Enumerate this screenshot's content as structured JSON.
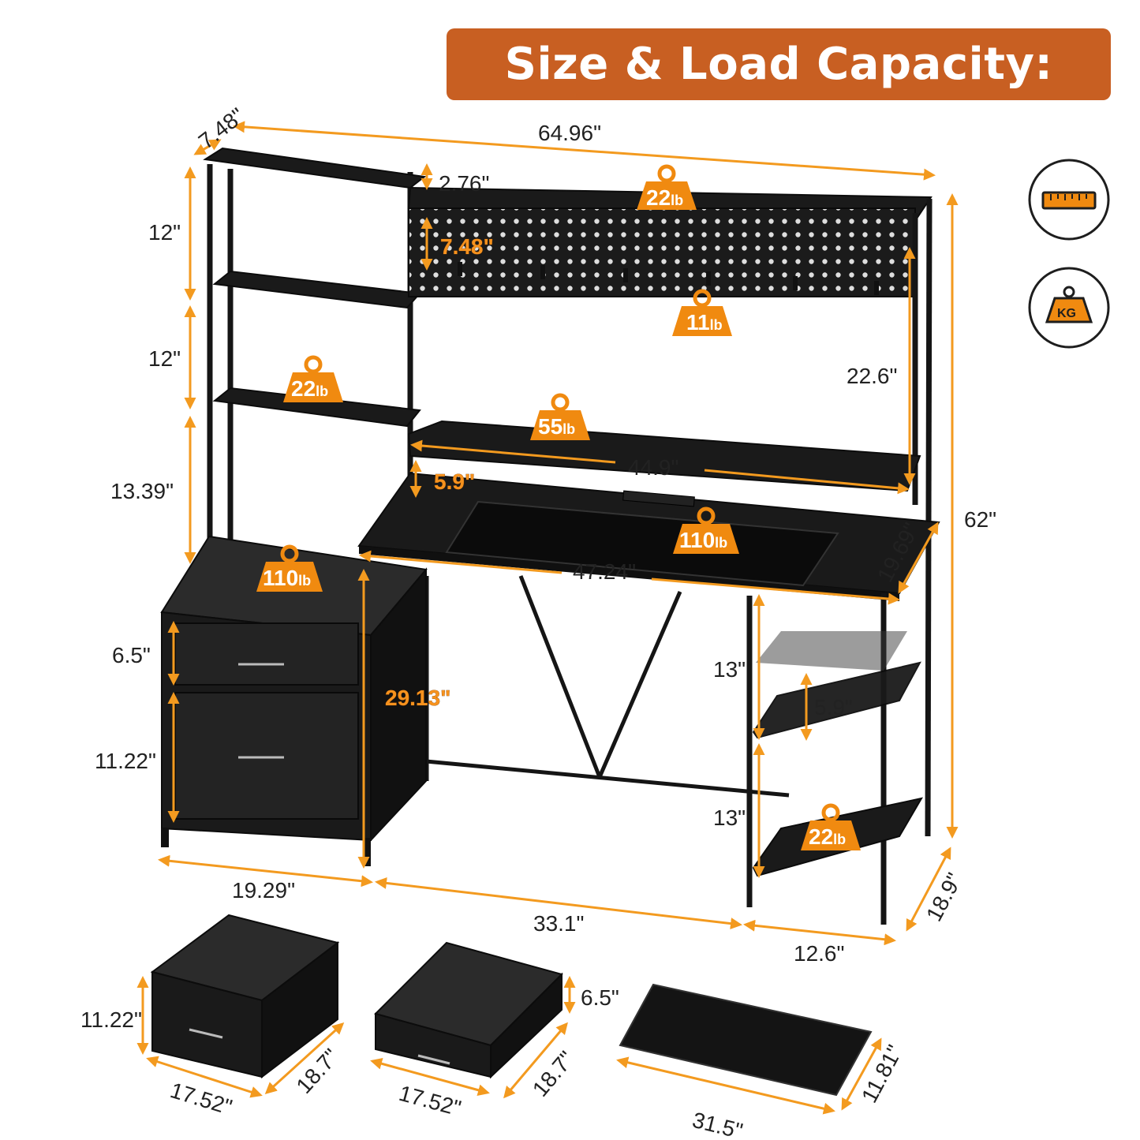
{
  "banner": {
    "title": "Size & Load Capacity:"
  },
  "icons": {
    "ruler": "ruler-icon",
    "weight": "kg-weight-icon",
    "weight_label": "KG"
  },
  "colors": {
    "banner": "#c85f22",
    "dimension_line": "#f39a1f",
    "weight_badge": "#f08a10",
    "frame": "#1a1a1a"
  },
  "dimensions": {
    "depth_top": "7.48\"",
    "total_width": "64.96\"",
    "shelf_h1": "12\"",
    "shelf_h2": "12\"",
    "shelf_h3": "13.39\"",
    "drawer_top_h": "6.5\"",
    "drawer_bottom_h": "11.22\"",
    "shelf_gap_top": "2.76\"",
    "pegboard_h": "7.48\"",
    "hutch_h": "22.6\"",
    "hutch_w": "44.9\"",
    "riser_gap": "5.9\"",
    "total_height": "62\"",
    "desk_depth": "19.69\"",
    "desk_width": "47.24\"",
    "leg_height": "29.13\"",
    "side_shelf_h1": "13\"",
    "side_shelf_gap": "5.9\"",
    "side_shelf_h2": "13\"",
    "cabinet_w": "19.29\"",
    "knee_w": "33.1\"",
    "side_w": "12.6\"",
    "overall_depth": "18.9\"",
    "big_drawer_h": "11.22\"",
    "big_drawer_w": "17.52\"",
    "big_drawer_d": "18.7\"",
    "small_drawer_h": "6.5\"",
    "small_drawer_w": "17.52\"",
    "small_drawer_d": "18.7\"",
    "mat_w": "31.5\"",
    "mat_d": "11.81\""
  },
  "weights": {
    "top_shelf": {
      "value": "22",
      "unit": "lb"
    },
    "pegboard": {
      "value": "11",
      "unit": "lb"
    },
    "left_shelf": {
      "value": "22",
      "unit": "lb"
    },
    "hutch_shelf": {
      "value": "55",
      "unit": "lb"
    },
    "desktop": {
      "value": "110",
      "unit": "lb"
    },
    "cabinet_top": {
      "value": "110",
      "unit": "lb"
    },
    "side_shelf": {
      "value": "22",
      "unit": "lb"
    }
  }
}
